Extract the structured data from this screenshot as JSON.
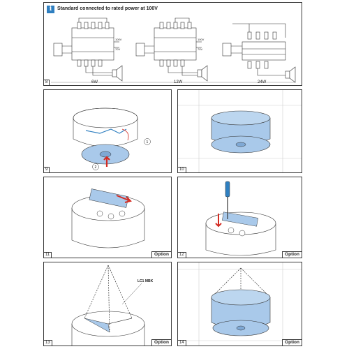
{
  "header": {
    "info_icon": "i",
    "text": "Standard connected to rated power at 100V"
  },
  "panels": {
    "p8": {
      "number": "8",
      "wattages": [
        "6W",
        "12W",
        "24W"
      ]
    },
    "p9": {
      "number": "9"
    },
    "p10": {
      "number": "10"
    },
    "p11": {
      "number": "11",
      "option": "Option"
    },
    "p12": {
      "number": "12",
      "option": "Option"
    },
    "p13": {
      "number": "13",
      "option": "Option",
      "kit_label": "LC1 MBK"
    },
    "p14": {
      "number": "14",
      "option": "Option"
    }
  },
  "diagram_labels": {
    "circle_1": "1",
    "circle_2": "2",
    "v100": "100V",
    "v70": "70V"
  },
  "colors": {
    "accent_blue": "#2f7fc0",
    "speaker_blue": "#a9c9ea",
    "speaker_blue_dark": "#7fa8d4",
    "red_arrow": "#d42b22",
    "frame": "#3a3a3a"
  }
}
